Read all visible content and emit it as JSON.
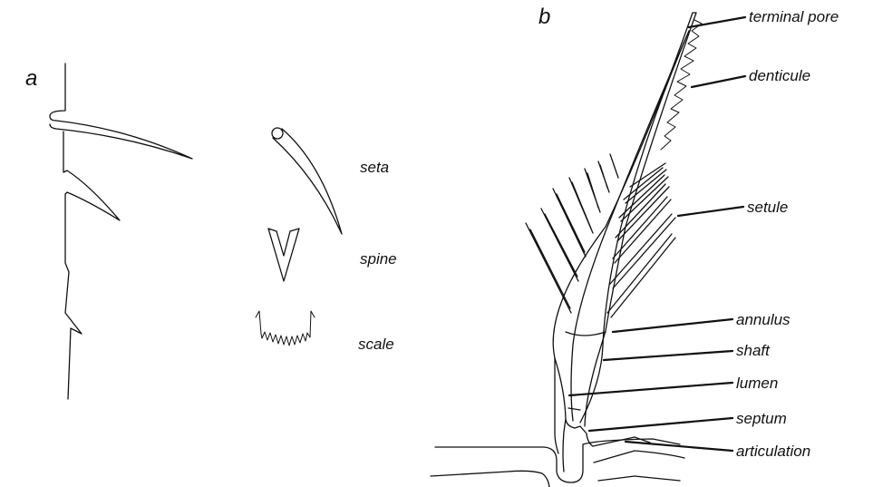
{
  "panel_a": {
    "letter": "a",
    "labels": {
      "seta": "seta",
      "spine": "spine",
      "scale": "scale"
    }
  },
  "panel_b": {
    "letter": "b",
    "labels": {
      "terminal_pore": "terminal pore",
      "denticule": "denticule",
      "setule": "setule",
      "annulus": "annulus",
      "shaft": "shaft",
      "lumen": "lumen",
      "septum": "septum",
      "articulation": "articulation"
    }
  }
}
